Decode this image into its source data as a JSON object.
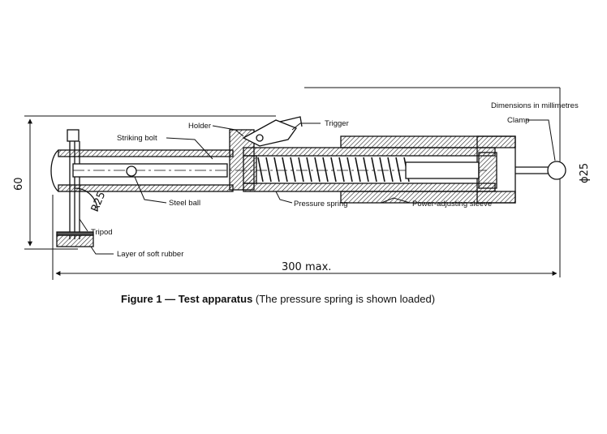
{
  "diagram": {
    "note": "Dimensions in millimetres",
    "labels": {
      "holder": "Holder",
      "trigger": "Trigger",
      "striking_bolt": "Striking bolt",
      "clamp": "Clamp",
      "steel_ball": "Steel ball",
      "pressure_spring": "Pressure spring",
      "power_adjusting_sleeve": "Power-adjusting sleeve",
      "tripod": "Tripod",
      "soft_rubber": "Layer of soft rubber"
    },
    "dimensions": {
      "height": "60",
      "length": "300 max.",
      "radius": "R25",
      "diameter": "ϕ25"
    }
  },
  "caption": {
    "number": "Figure 1 — Test apparatus",
    "text": " (The pressure spring is shown loaded)"
  }
}
